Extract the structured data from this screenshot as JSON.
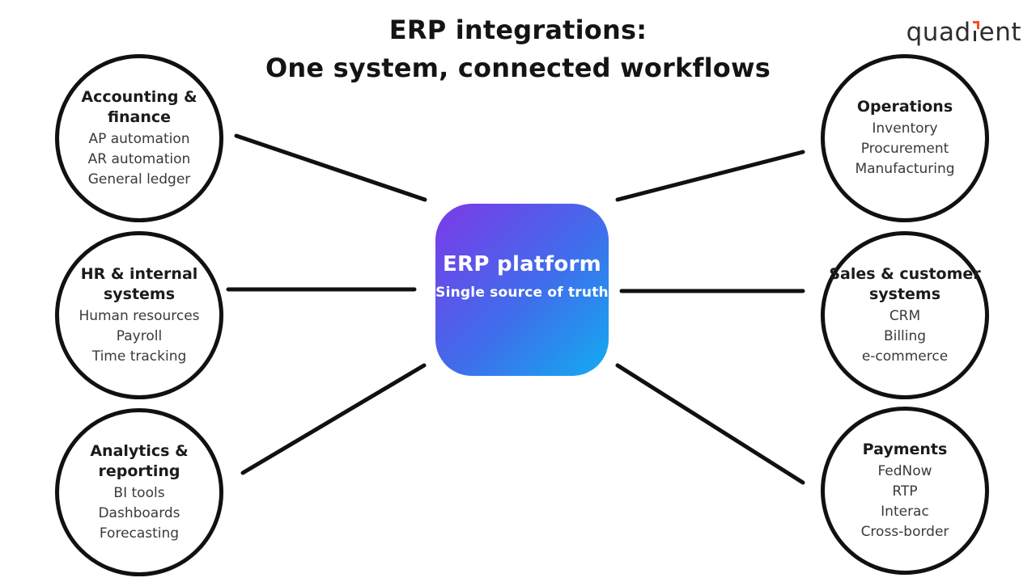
{
  "title": {
    "line1": "ERP integrations:",
    "line2": "One system, connected workflows"
  },
  "logo": {
    "name": "quadient",
    "text_pre": "quad",
    "text_post": "ent",
    "mark_color": "#fb4d1d",
    "text_color": "#2e2e2e"
  },
  "center": {
    "title": "ERP platform",
    "subtitle": "Single source of truth",
    "gradient_start": "#7c39e8",
    "gradient_end": "#12acf1"
  },
  "nodes": [
    {
      "id": "accounting",
      "heading_line1": "Accounting &",
      "heading_line2": "finance",
      "items": [
        "AP automation",
        "AR automation",
        "General ledger"
      ]
    },
    {
      "id": "hr",
      "heading_line1": "HR & internal",
      "heading_line2": "systems",
      "items": [
        "Human resources",
        "Payroll",
        "Time tracking"
      ]
    },
    {
      "id": "analytics",
      "heading_line1": "Analytics &",
      "heading_line2": "reporting",
      "items": [
        "BI tools",
        "Dashboards",
        "Forecasting"
      ]
    },
    {
      "id": "operations",
      "heading_line1": "Operations",
      "heading_line2": "",
      "items": [
        "Inventory",
        "Procurement",
        "Manufacturing"
      ]
    },
    {
      "id": "sales",
      "heading_line1": "Sales & customer",
      "heading_line2": "systems",
      "items": [
        "CRM",
        "Billing",
        "e-commerce"
      ]
    },
    {
      "id": "payments",
      "heading_line1": "Payments",
      "heading_line2": "",
      "items": [
        "FedNow",
        "RTP",
        "Interac",
        "Cross-border"
      ]
    }
  ],
  "colors": {
    "line": "#111111",
    "circle_border": "#111111",
    "heading_text": "#1b1b1b",
    "body_text": "#3a3a3a",
    "background": "#ffffff"
  }
}
